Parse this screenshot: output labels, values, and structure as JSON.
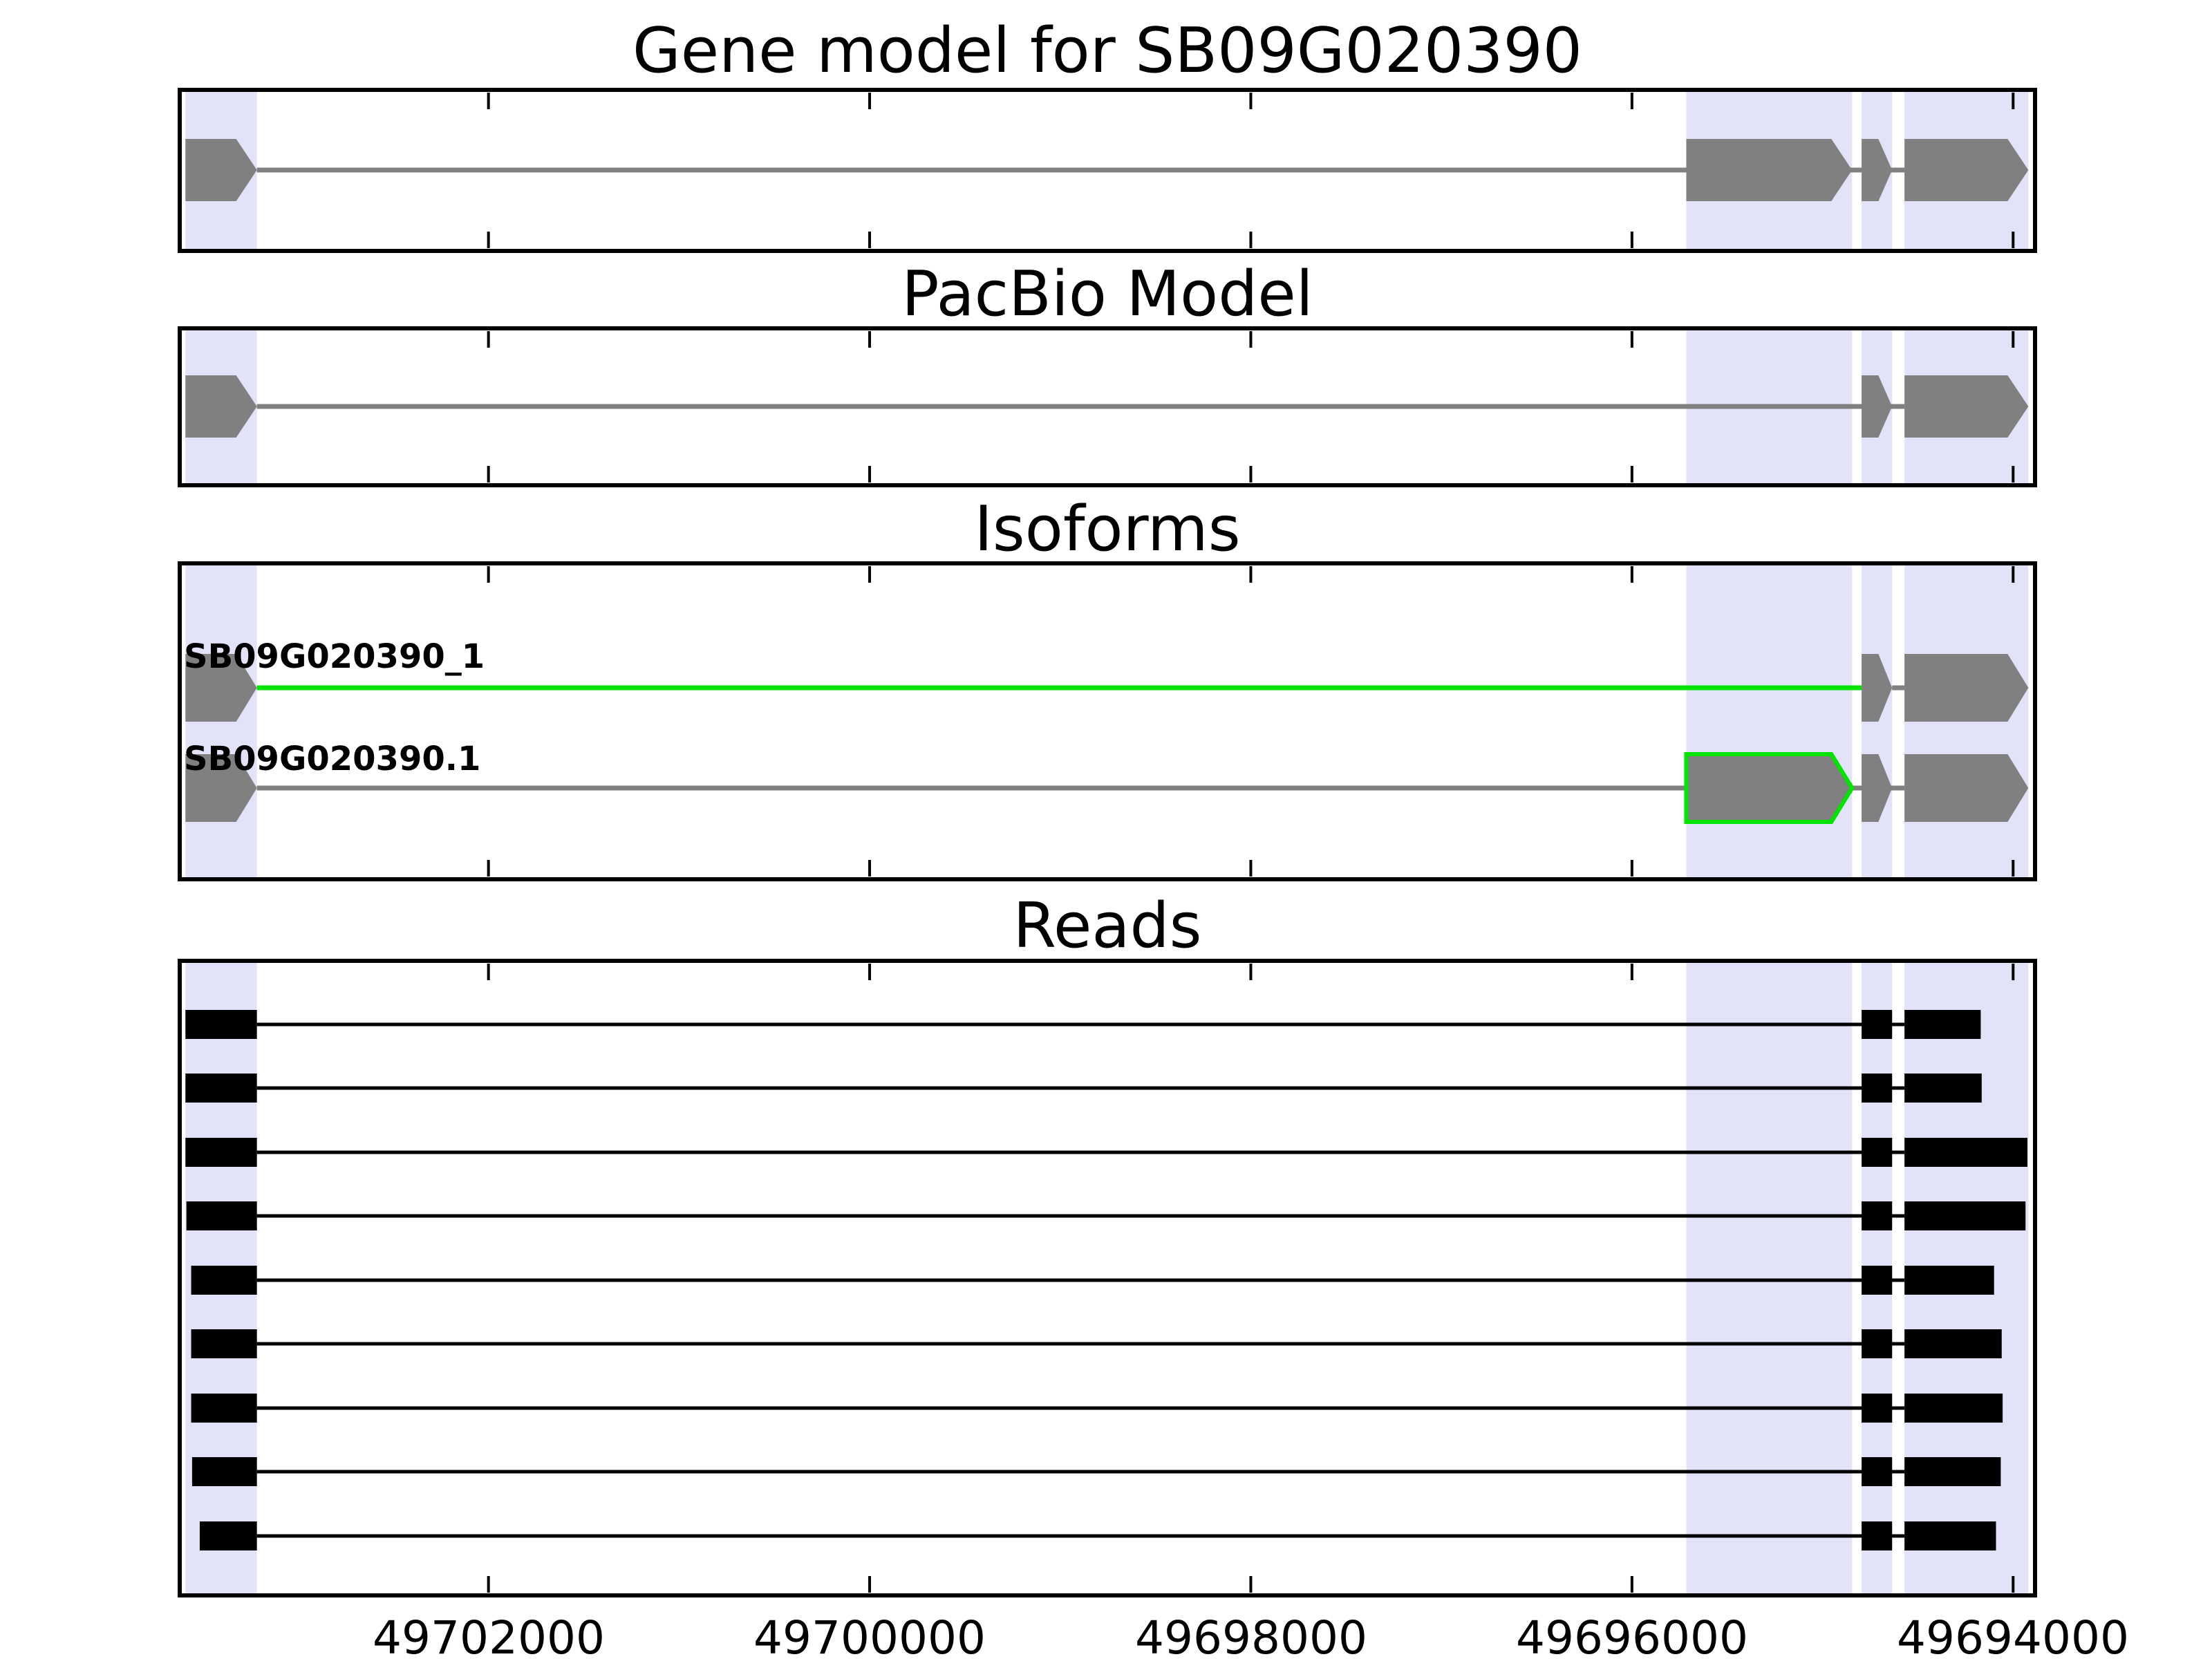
{
  "chart_data": {
    "type": "genome-browser-gene-model",
    "gene_id": "SB09G020390",
    "x_axis": {
      "orientation": "reversed",
      "left_coord": 49703620,
      "right_coord": 49693885,
      "ticks": [
        {
          "value": 49702000,
          "label": "49702000"
        },
        {
          "value": 49700000,
          "label": "49700000"
        },
        {
          "value": 49698000,
          "label": "49698000"
        },
        {
          "value": 49696000,
          "label": "49696000"
        },
        {
          "value": 49694000,
          "label": "49694000"
        }
      ]
    },
    "colors": {
      "exon_fill": "#808080",
      "intron_line": "#808080",
      "highlight_band": "#E2E2F8",
      "isoform_highlight_green": "#00E400",
      "read_fill": "#000000",
      "border": "#000000",
      "background": "#FFFFFF"
    },
    "highlight_regions": [
      {
        "start": 49703590,
        "end": 49703215
      },
      {
        "start": 49695715,
        "end": 49694845
      },
      {
        "start": 49694795,
        "end": 49694635
      },
      {
        "start": 49694570,
        "end": 49693920
      }
    ],
    "panels": [
      {
        "id": "gene-model",
        "title": "Gene model for SB09G020390",
        "tracks": [
          {
            "name": "",
            "line_segments": [
              {
                "from": 49703215,
                "to": 49694570,
                "color": "#808080"
              }
            ],
            "exons": [
              {
                "start": 49703590,
                "end": 49703215,
                "shape": "arrow",
                "fill": "#808080"
              },
              {
                "start": 49695715,
                "end": 49694845,
                "shape": "arrow",
                "fill": "#808080"
              },
              {
                "start": 49694795,
                "end": 49694635,
                "shape": "arrow",
                "fill": "#808080"
              },
              {
                "start": 49694570,
                "end": 49693920,
                "shape": "arrow",
                "fill": "#808080"
              }
            ]
          }
        ]
      },
      {
        "id": "pacbio-model",
        "title": "PacBio Model",
        "tracks": [
          {
            "name": "",
            "line_segments": [
              {
                "from": 49703215,
                "to": 49694570,
                "color": "#808080"
              }
            ],
            "exons": [
              {
                "start": 49703590,
                "end": 49703215,
                "shape": "arrow",
                "fill": "#808080"
              },
              {
                "start": 49694795,
                "end": 49694635,
                "shape": "arrow",
                "fill": "#808080"
              },
              {
                "start": 49694570,
                "end": 49693920,
                "shape": "arrow",
                "fill": "#808080"
              }
            ]
          }
        ]
      },
      {
        "id": "isoforms",
        "title": "Isoforms",
        "tracks": [
          {
            "name": "SB09G020390_1",
            "line_segments": [
              {
                "from": 49703215,
                "to": 49694795,
                "color": "#00E400"
              },
              {
                "from": 49694635,
                "to": 49694570,
                "color": "#808080"
              }
            ],
            "exons": [
              {
                "start": 49703590,
                "end": 49703215,
                "shape": "arrow",
                "fill": "#808080"
              },
              {
                "start": 49694795,
                "end": 49694635,
                "shape": "arrow",
                "fill": "#808080"
              },
              {
                "start": 49694570,
                "end": 49693920,
                "shape": "arrow",
                "fill": "#808080"
              }
            ]
          },
          {
            "name": "SB09G020390.1",
            "line_segments": [
              {
                "from": 49703215,
                "to": 49694570,
                "color": "#808080"
              }
            ],
            "exons": [
              {
                "start": 49703590,
                "end": 49703215,
                "shape": "arrow",
                "fill": "#808080"
              },
              {
                "start": 49695715,
                "end": 49694845,
                "shape": "arrow",
                "fill": "#808080",
                "stroke": "#00E400"
              },
              {
                "start": 49694795,
                "end": 49694635,
                "shape": "arrow",
                "fill": "#808080"
              },
              {
                "start": 49694570,
                "end": 49693920,
                "shape": "arrow",
                "fill": "#808080"
              }
            ]
          }
        ]
      },
      {
        "id": "reads",
        "title": "Reads",
        "reads": [
          {
            "blocks": [
              [
                49703590,
                49703215
              ],
              [
                49694795,
                49694635
              ],
              [
                49694570,
                49694170
              ]
            ]
          },
          {
            "blocks": [
              [
                49703590,
                49703215
              ],
              [
                49694795,
                49694635
              ],
              [
                49694570,
                49694165
              ]
            ]
          },
          {
            "blocks": [
              [
                49703590,
                49703215
              ],
              [
                49694795,
                49694635
              ],
              [
                49694570,
                49693925
              ]
            ]
          },
          {
            "blocks": [
              [
                49703585,
                49703215
              ],
              [
                49694795,
                49694635
              ],
              [
                49694570,
                49693935
              ]
            ]
          },
          {
            "blocks": [
              [
                49703560,
                49703215
              ],
              [
                49694795,
                49694635
              ],
              [
                49694570,
                49694100
              ]
            ]
          },
          {
            "blocks": [
              [
                49703560,
                49703215
              ],
              [
                49694795,
                49694635
              ],
              [
                49694570,
                49694060
              ]
            ]
          },
          {
            "blocks": [
              [
                49703560,
                49703215
              ],
              [
                49694795,
                49694635
              ],
              [
                49694570,
                49694055
              ]
            ]
          },
          {
            "blocks": [
              [
                49703555,
                49703215
              ],
              [
                49694795,
                49694635
              ],
              [
                49694570,
                49694065
              ]
            ]
          },
          {
            "blocks": [
              [
                49703515,
                49703215
              ],
              [
                49694795,
                49694635
              ],
              [
                49694570,
                49694090
              ]
            ]
          }
        ]
      }
    ]
  }
}
